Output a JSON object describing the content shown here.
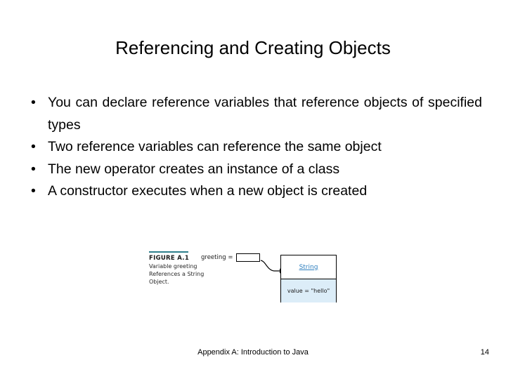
{
  "slide": {
    "title": "Referencing and Creating Objects",
    "bullets": [
      "You can declare reference variables that reference objects of specified types",
      "Two reference variables can reference the same object",
      "The new operator creates an instance of a class",
      "A constructor executes when a new object is created"
    ],
    "bullet_marker": "•"
  },
  "figure": {
    "number": "FIGURE A.1",
    "caption_lines": [
      "Variable greeting",
      "References a String",
      "Object."
    ],
    "variable_label": "greeting =",
    "object": {
      "class_name": "String",
      "field": "value = \"hello\""
    },
    "colors": {
      "rule": "#2e7f8c",
      "class_name": "#2f7fbf",
      "object_body_fill": "#dcedf8",
      "outline": "#000000"
    }
  },
  "footer": {
    "text": "Appendix A: Introduction to Java",
    "page_number": "14"
  }
}
